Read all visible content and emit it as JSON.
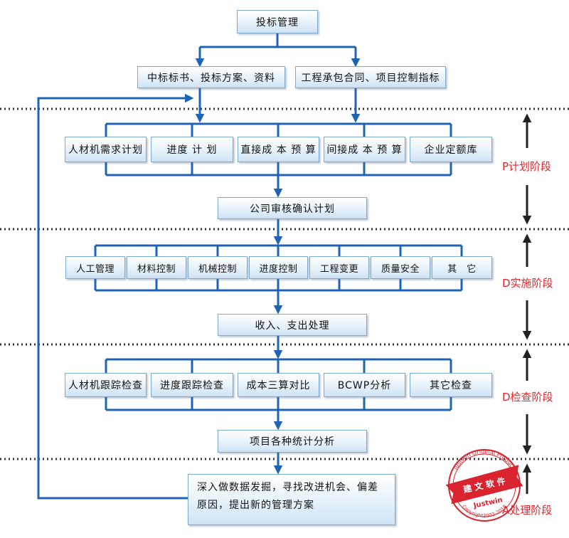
{
  "diagram": {
    "top": "投标管理",
    "inputs": [
      "中标标书、投标方案、资料",
      "工程承包合同、项目控制指标"
    ],
    "plan_items": [
      "人材机需求计划",
      "进度 计 划",
      "直接成 本 预 算",
      "间接成 本 预 算",
      "企业定额库"
    ],
    "plan_confirm": "公司审核确认计划",
    "do_items": [
      "人工管理",
      "材料控制",
      "机械控制",
      "进度控制",
      "工程变更",
      "质量安全",
      "其　它"
    ],
    "do_result": "收入、支出处理",
    "check_items": [
      "人材机跟踪检查",
      "进度跟踪检查",
      "成本三算对比",
      "BCWP分析",
      "其它检查"
    ],
    "check_result": "项目各种统计分析",
    "act_text": "深入做数据发掘，寻找改进机会、偏差原因，提出新的管理方案"
  },
  "phases": [
    "P计划阶段",
    "D实施阶段",
    "D检查阶段",
    "A处理阶段"
  ],
  "stamp": {
    "arc_text": "Justwin Original Product",
    "banner": "建 文 软 件",
    "brand": "Justwin",
    "copyright": "Copyright2003-2018"
  },
  "colors": {
    "line": "#1f64b4",
    "phase_text": "#e8252a",
    "divider": "#333333",
    "stamp": "#d9232e"
  }
}
